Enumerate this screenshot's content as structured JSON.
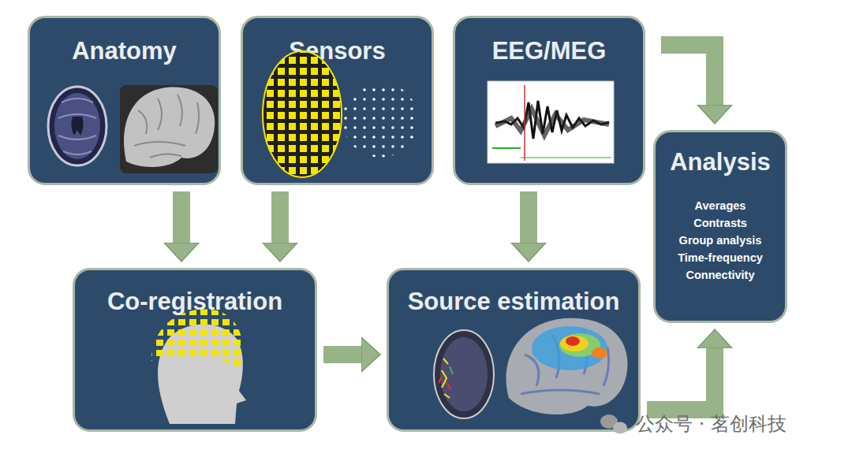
{
  "diagram": {
    "nodes": [
      {
        "text": [
          "Anatomy"
        ]
      },
      {
        "text": [
          "Sensors"
        ]
      },
      {
        "text": [
          "EEG/MEG"
        ]
      },
      {
        "text": [
          "Analysis",
          "Averages",
          "Contrasts",
          "Group analysis",
          "Time-frequency",
          "Connectivity"
        ]
      },
      {
        "text": [
          "Co-registration"
        ]
      },
      {
        "text": [
          "Source estimation"
        ]
      }
    ],
    "edges": [
      {
        "from": 0,
        "to": 4,
        "arrow": "to"
      },
      {
        "from": 1,
        "to": 4,
        "arrow": "to"
      },
      {
        "from": 2,
        "to": 5,
        "arrow": "to"
      },
      {
        "from": 4,
        "to": 5,
        "arrow": "to"
      },
      {
        "from": 2,
        "to": 3,
        "arrow": "to"
      },
      {
        "from": 5,
        "to": 3,
        "arrow": "to"
      }
    ],
    "labels": [
      "公众号 · 茗创科技"
    ]
  }
}
